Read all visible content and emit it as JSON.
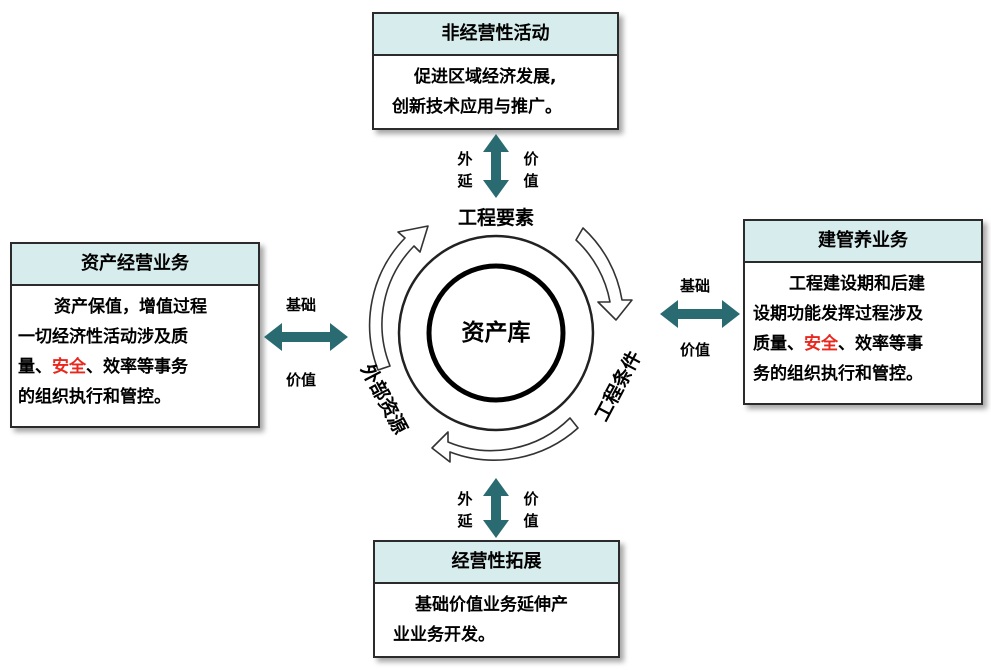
{
  "center": {
    "label": "资产库"
  },
  "ring_labels": {
    "top": "工程要素",
    "right": "工程条件",
    "left": "外部资源"
  },
  "boxes": {
    "top": {
      "title": "非经营性活动",
      "lines": [
        "促进区域经济发展,",
        "创新技术应用与推广。"
      ]
    },
    "left": {
      "title": "资产经营业务",
      "line1": "资产保值，增值过程",
      "line2": "一切经济性活动涉及质",
      "line3_pre": "量、",
      "line3_hl": "安全",
      "line3_post": "、效率等事务",
      "line4": "的组织执行和管控。"
    },
    "right": {
      "title": "建管养业务",
      "line1": "工程建设期和后建",
      "line2": "设期功能发挥过程涉及",
      "line3_pre": "质量、",
      "line3_hl": "安全",
      "line3_post": "、效率等事",
      "line4": "务的组织执行和管控。"
    },
    "bottom": {
      "title": "经营性拓展",
      "lines": [
        "基础价值业务延伸产",
        "业业务开发。"
      ]
    }
  },
  "connectors": {
    "top": {
      "left": "外延",
      "right": "价值"
    },
    "bottom": {
      "left": "外延",
      "right": "价值"
    },
    "left": {
      "top": "基础",
      "bottom": "价值"
    },
    "right": {
      "top": "基础",
      "bottom": "价值"
    }
  },
  "colors": {
    "accent": "#e8281e",
    "header_bg": "#d7ecec",
    "arrow": "#2a6b72"
  }
}
